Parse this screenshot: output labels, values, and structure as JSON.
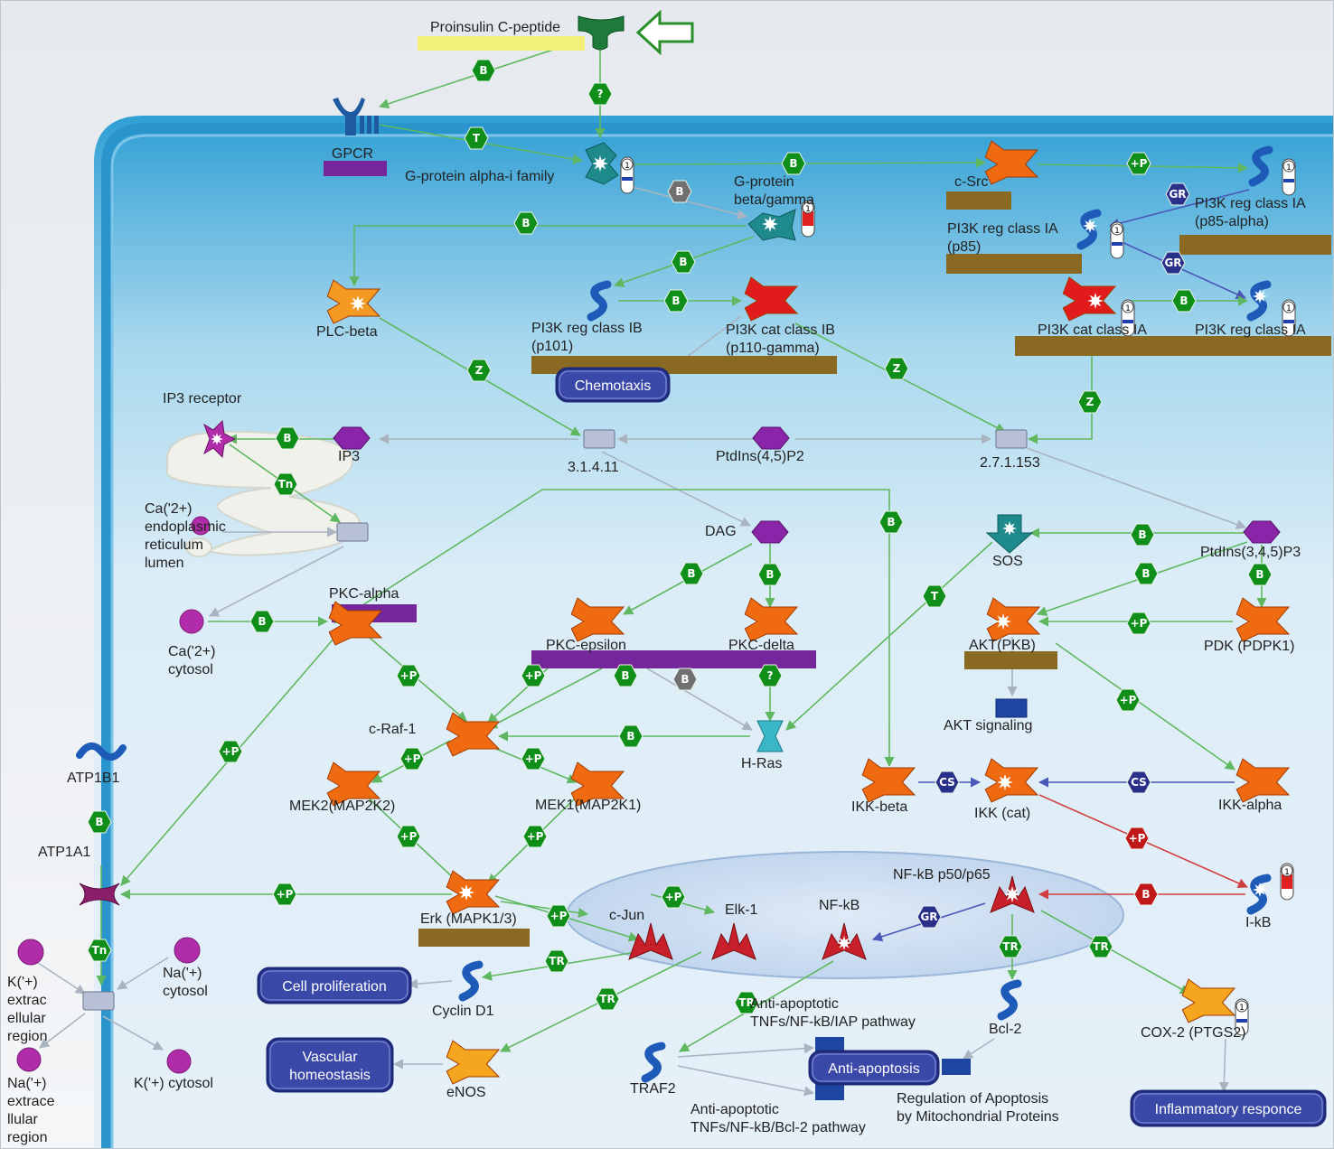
{
  "colors": {
    "edge_green": "#5fb85f",
    "edge_gray": "#aab4c0",
    "edge_blue": "#4a56b8",
    "edge_red": "#d04040",
    "badge_green": "#0f8f1a",
    "badge_gray": "#707070",
    "badge_navy": "#28308a",
    "badge_red": "#c01818",
    "protein_orange": "#f06a12",
    "protein_red": "#e11b1b",
    "tf_red": "#c8202a",
    "teal": "#1f8a8c",
    "blue_protein": "#1e5ab8",
    "purple_metabolite": "#8a24a8",
    "magenta_ion": "#b02ca8",
    "process_button": "#3a48a8",
    "bar_purple": "#74269a",
    "bar_brown": "#8a6a22",
    "bar_yellow": "#f2f07a"
  },
  "labels": {
    "proinsulin": "Proinsulin C-peptide",
    "gpcr": "GPCR",
    "g_alpha_i": "G-protein alpha-i family",
    "g_beta_gamma": "G-protein\nbeta/gamma",
    "c_src": "c-Src",
    "pi3k_reg_ia_p85a": "PI3K reg class IA\n(p85-alpha)",
    "pi3k_reg_ia_p85": "PI3K reg class IA\n(p85)",
    "pi3k_cat_ia": "PI3K cat class IA",
    "pi3k_reg_ia_b": "PI3K reg class IA",
    "plc_beta": "PLC-beta",
    "pi3k_reg_ib": "PI3K reg class IB\n(p101)",
    "pi3k_cat_ib": "PI3K cat class IB\n(p110-gamma)",
    "ip3_receptor": "IP3 receptor",
    "ip3": "IP3",
    "enz_3_1_4_11": "3.1.4.11",
    "ptdins45p2": "PtdIns(4,5)P2",
    "enz_2_7_1_153": "2.7.1.153",
    "ca_er": "Ca('2+)\nendoplasmic\nreticulum\nlumen",
    "dag": "DAG",
    "sos": "SOS",
    "ptdins345p3": "PtdIns(3,4,5)P3",
    "pkc_alpha": "PKC-alpha",
    "ca_cytosol": "Ca('2+)\ncytosol",
    "pkc_epsilon": "PKC-epsilon",
    "pkc_delta": "PKC-delta",
    "akt": "AKT(PKB)",
    "pdk": "PDK (PDPK1)",
    "akt_signaling": "AKT signaling",
    "c_raf": "c-Raf-1",
    "h_ras": "H-Ras",
    "atp1b1": "ATP1B1",
    "mek2": "MEK2(MAP2K2)",
    "mek1": "MEK1(MAP2K1)",
    "ikk_beta": "IKK-beta",
    "ikk_cat": "IKK (cat)",
    "ikk_alpha": "IKK-alpha",
    "atp1a1": "ATP1A1",
    "nfkb_p50p65": "NF-kB p50/p65",
    "erk": "Erk (MAPK1/3)",
    "c_jun": "c-Jun",
    "elk1": "Elk-1",
    "nfkb": "NF-kB",
    "ikb": "I-kB",
    "k_extra": "K('+)\nextrac\nellular\nregion",
    "na_cytosol": "Na('+)\ncytosol",
    "cyclin_d1": "Cyclin D1",
    "anti_apop_iap": "Anti-apoptotic\nTNFs/NF-kB/IAP pathway",
    "bcl2": "Bcl-2",
    "cox2": "COX-2 (PTGS2)",
    "na_extra": "Na('+)\nextrace\nllular\nregion",
    "k_cytosol": "K('+) cytosol",
    "enos": "eNOS",
    "traf2": "TRAF2",
    "anti_apop_bcl2": "Anti-apoptotic\nTNFs/NF-kB/Bcl-2 pathway",
    "reg_apoptosis": "Regulation of Apoptosis\nby Mitochondrial Proteins"
  },
  "processes": {
    "chemotaxis": "Chemotaxis",
    "cell_proliferation": "Cell proliferation",
    "vascular": "Vascular\nhomeostasis",
    "anti_apoptosis": "Anti-apoptosis",
    "inflammatory": "Inflammatory responce"
  },
  "badges": {
    "binding": "B",
    "transformation": "T",
    "unknown": "?",
    "phosphorylation": "+P",
    "catalysis": "Z",
    "transport": "Tn",
    "group_relation": "GR",
    "complex_subunit": "CS",
    "transcription": "TR"
  },
  "markers": {
    "one": "1"
  }
}
